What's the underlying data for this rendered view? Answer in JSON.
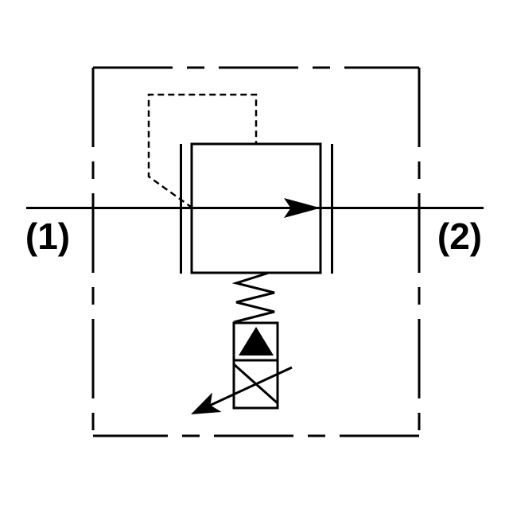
{
  "page": {
    "background_color": "#ffffff",
    "line_color": "#000000"
  },
  "schematic": {
    "description": "pilot-operated-pressure-relief-valve-hydraulic-symbol",
    "ports": {
      "port1_label": "(1)",
      "port2_label": "(2)"
    },
    "icons": {
      "enclosure": "dashed-long-short-boundary-rectangle",
      "valve_body": "square-valve-envelope-with-side-port-bars",
      "flow_arrow": "right-pointing-filled-arrow-on-flow-line",
      "pilot_line": "short-dashed-pilot-signal-line",
      "spring": "zigzag-spring",
      "pilot_valve_box": "two-cell-rectangle",
      "solenoid_triangle": "filled-upward-triangle",
      "valve_cross": "diagonal-cross-line",
      "adjustment_arrow": "diagonal-filled-arrow-lower-left"
    }
  }
}
